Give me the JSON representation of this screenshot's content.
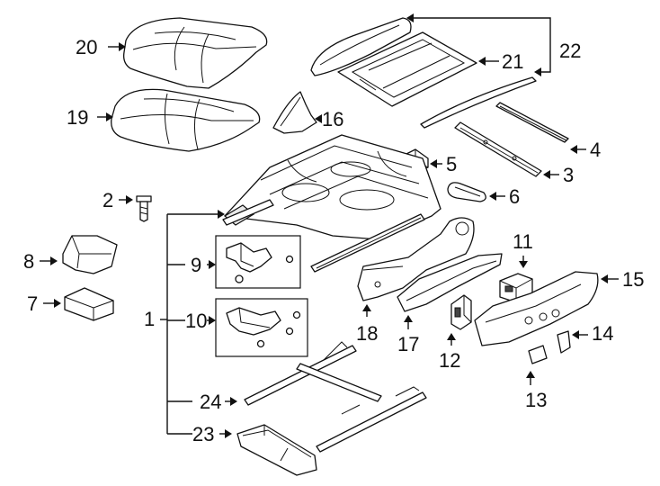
{
  "callouts": {
    "c1": "1",
    "c3": "3",
    "c4": "4",
    "c5": "5",
    "c6": "6",
    "c7": "7",
    "c8": "8",
    "c9": "9",
    "c10": "10",
    "c11": "11",
    "c12": "12",
    "c13": "13",
    "c14": "14",
    "c15": "15",
    "c16": "16",
    "c17": "17",
    "c18": "18",
    "c19": "19",
    "c20": "20",
    "c21": "21",
    "c22": "22",
    "c23": "23",
    "c24": "24",
    "c2": "2"
  },
  "colors": {
    "ink": "#111111",
    "background": "#ffffff"
  }
}
